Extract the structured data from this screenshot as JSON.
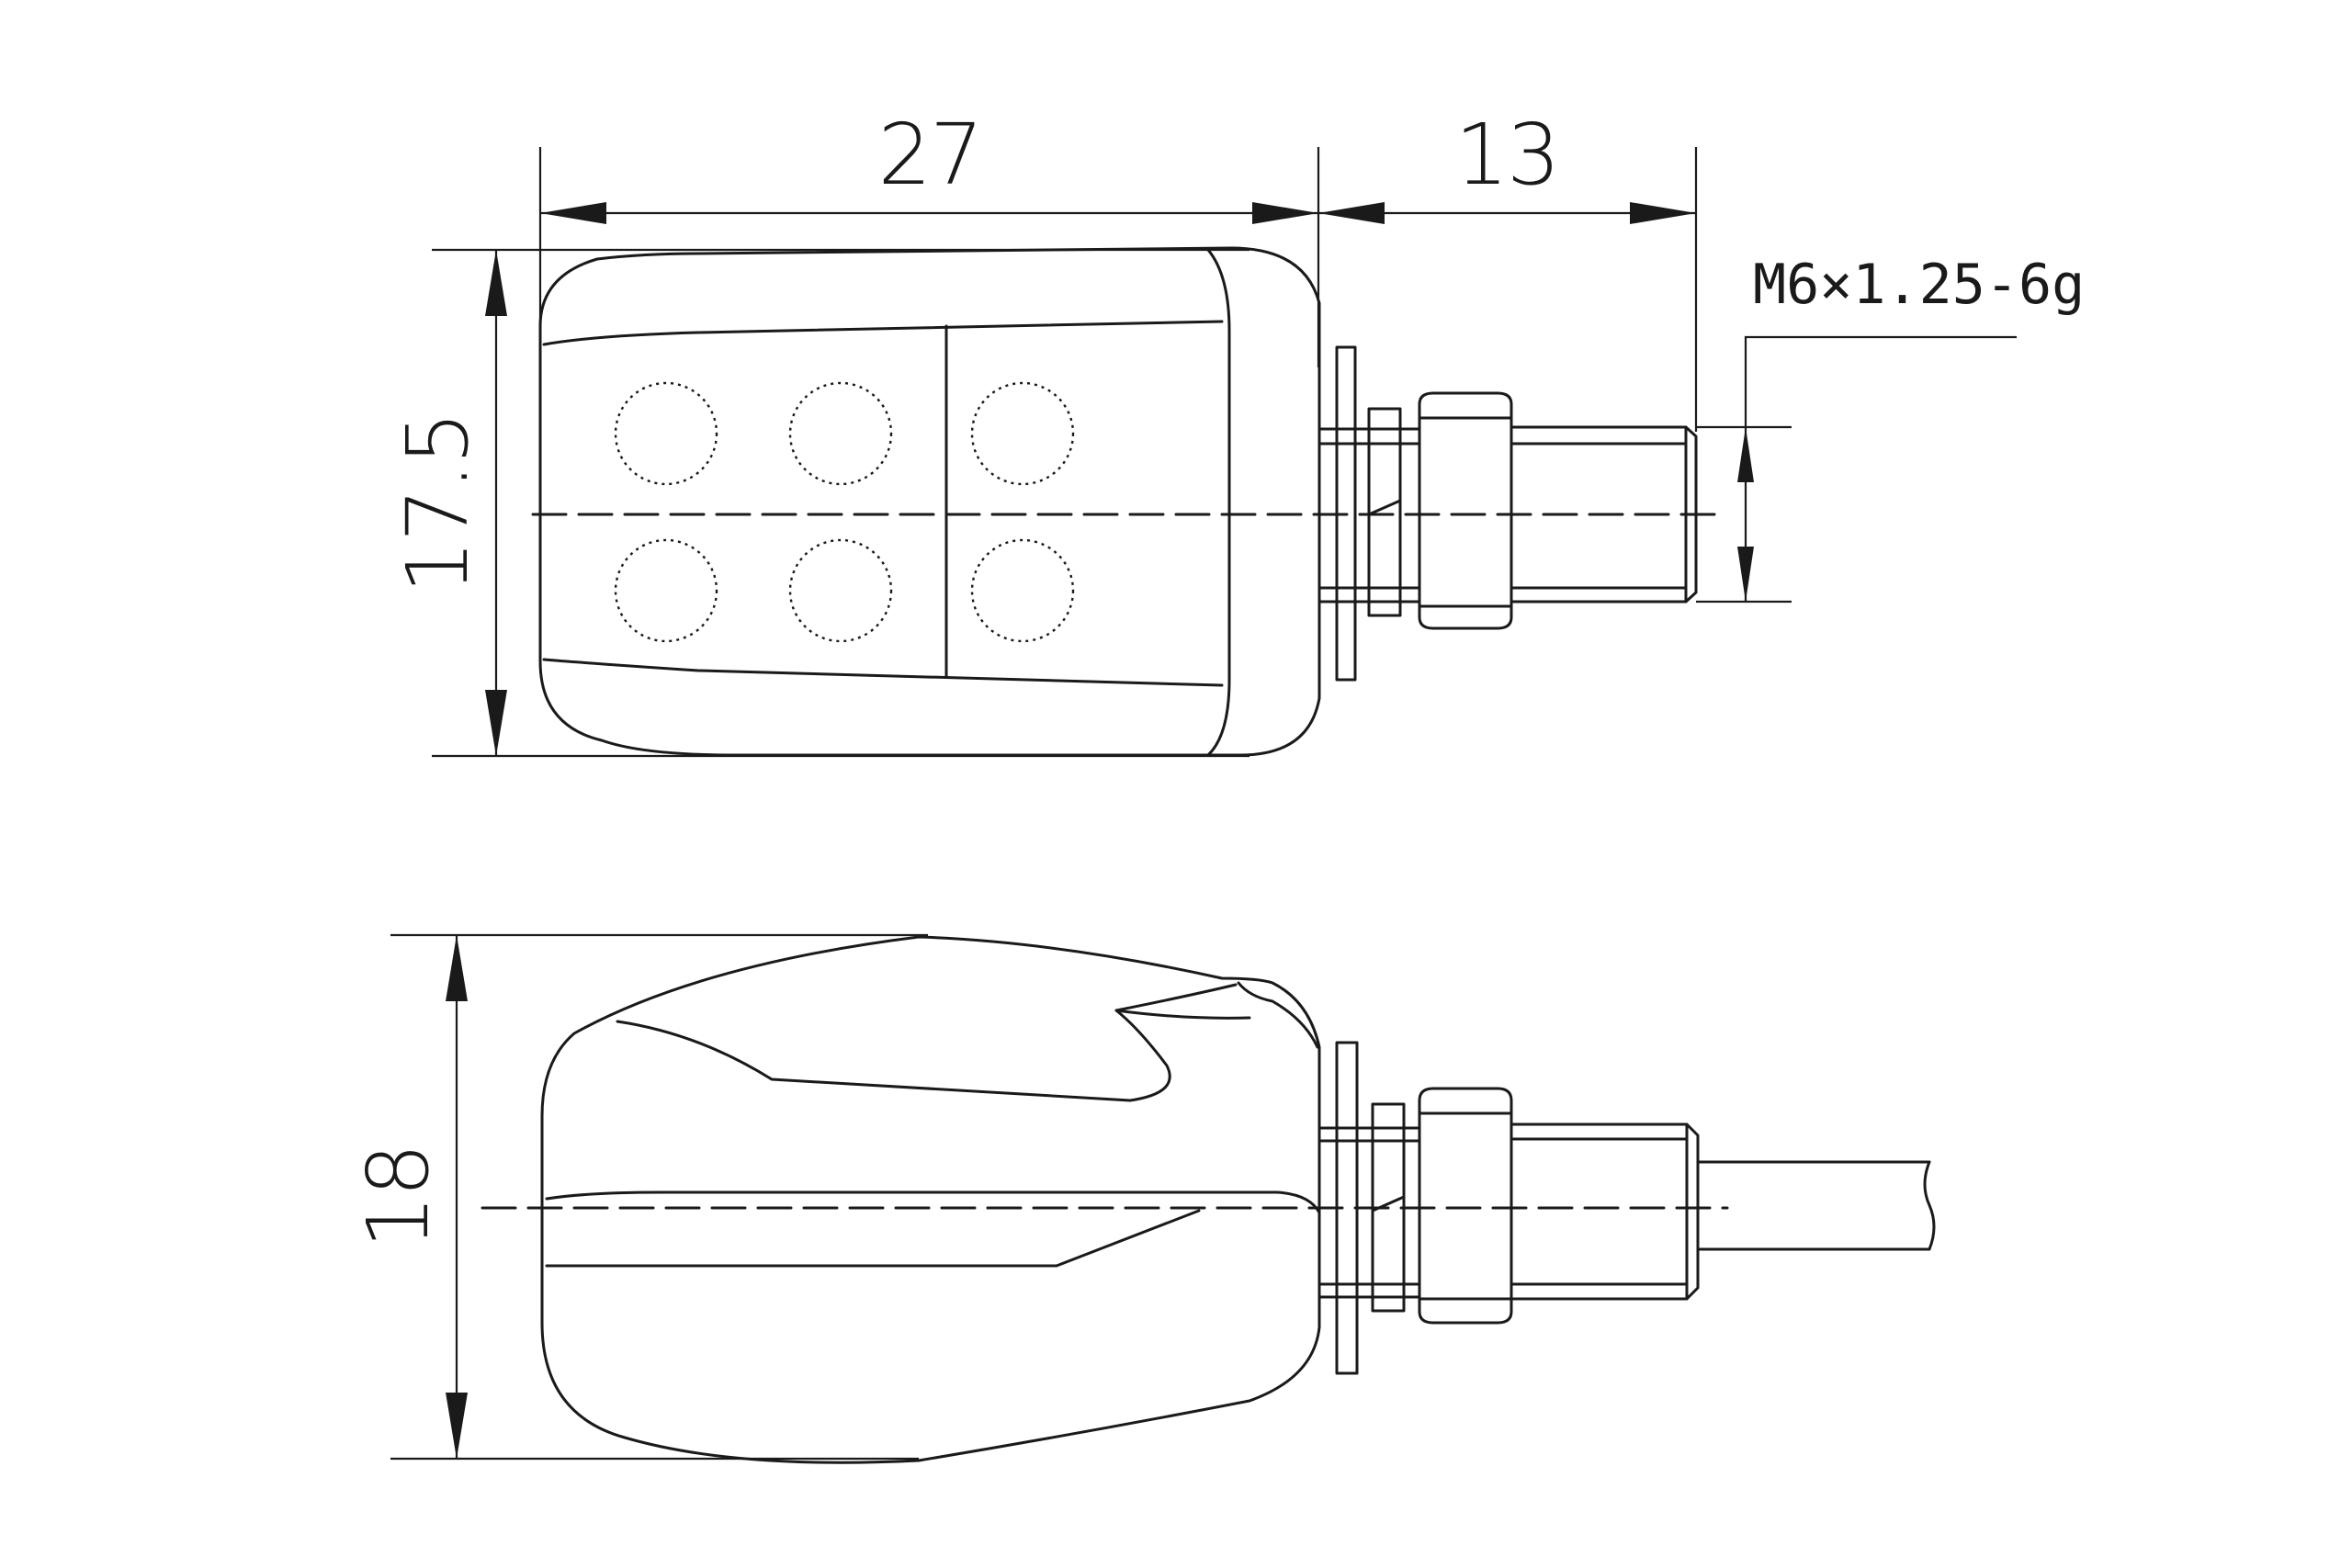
{
  "dimensions": {
    "body_length": "27",
    "thread_length": "13",
    "body_height_top": "17.5",
    "body_height_side": "18"
  },
  "thread_spec": "M6×1.25-6g"
}
